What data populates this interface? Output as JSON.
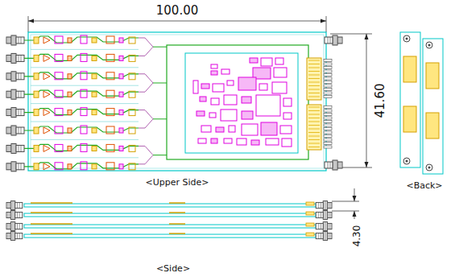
{
  "diagram": {
    "labels": [
      "100.00",
      "41.60",
      "<Upper Side>",
      "<Back>",
      "<Side>",
      "4.30"
    ]
  }
}
